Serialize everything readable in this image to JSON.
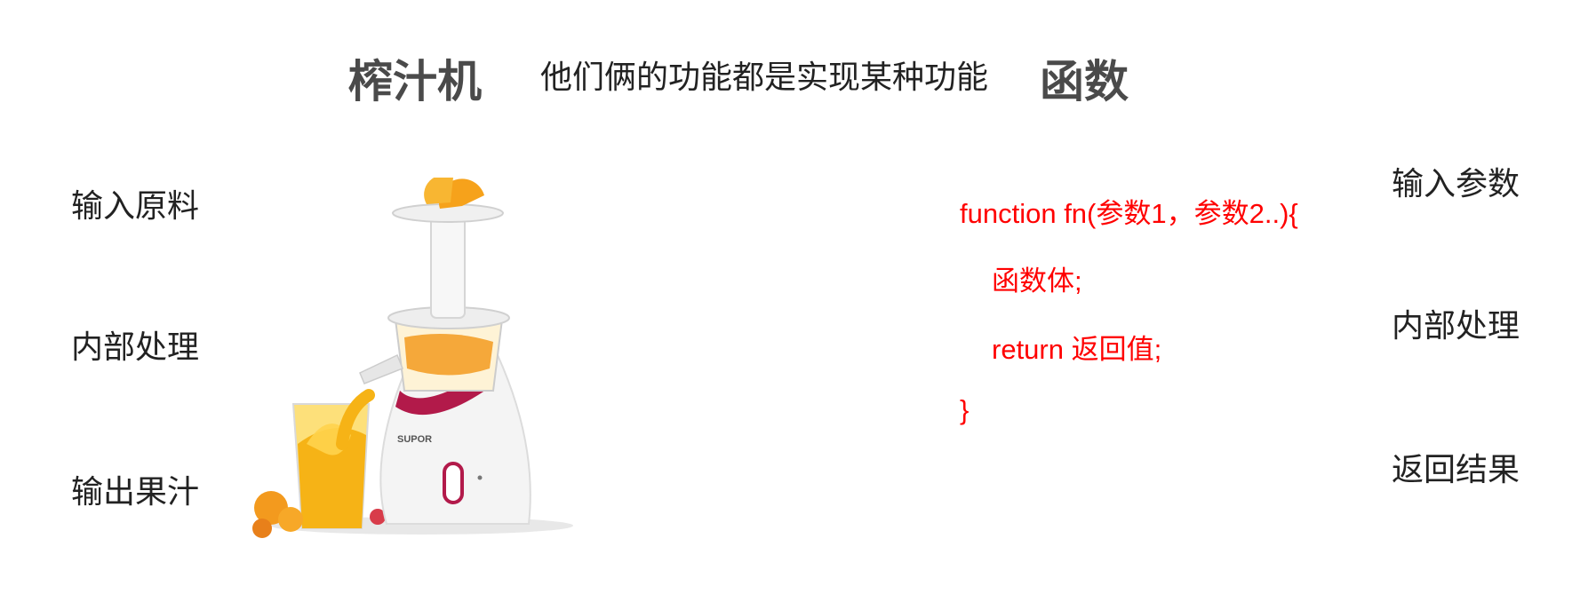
{
  "header": {
    "left_title": "榨汁机",
    "subtitle": "他们俩的功能都是实现某种功能",
    "right_title": "函数"
  },
  "juicer_steps": [
    "输入原料",
    "内部处理",
    "输出果汁"
  ],
  "function_steps": [
    "输入参数",
    "内部处理",
    "返回结果"
  ],
  "code": {
    "line1": "function fn(参数1，参数2..){",
    "line2": "函数体;",
    "line3": "return 返回值;",
    "line4": "}"
  },
  "illustration": {
    "brand_text": "SUPOR",
    "colors": {
      "juice": "#f6b316",
      "accent": "#b21a4a",
      "body": "#f2f2f2",
      "code": "#ff0000"
    }
  }
}
